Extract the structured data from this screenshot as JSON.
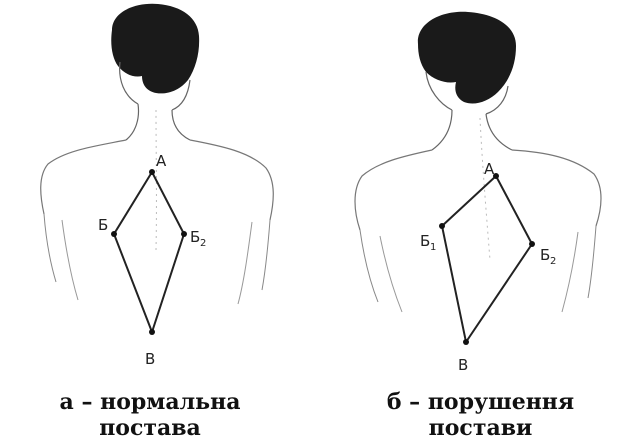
{
  "figures": [
    {
      "caption_line1": "а – нормальна",
      "caption_line2": "постава",
      "points": {
        "a": "А",
        "b1": "Б",
        "b2": "Б",
        "b2_sub": "2",
        "v": "В"
      }
    },
    {
      "caption_line1": "б – порушення",
      "caption_line2": "постави",
      "points": {
        "a": "А",
        "b1": "Б",
        "b1_sub": "1",
        "b2": "Б",
        "b2_sub": "2",
        "v": "В"
      }
    }
  ]
}
